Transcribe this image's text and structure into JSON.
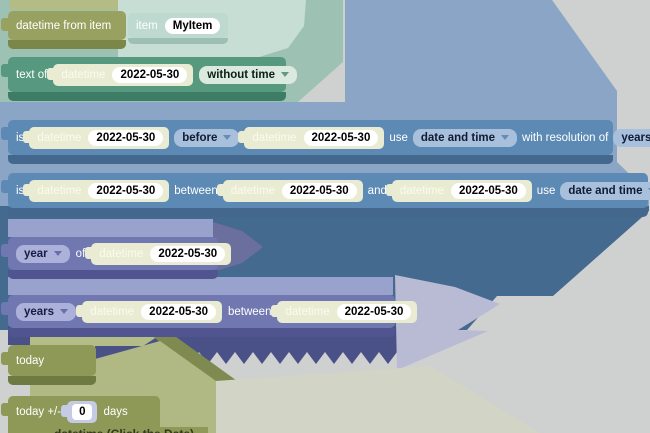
{
  "shadow_datetime": {
    "label": "datetime",
    "value": "2022-05-30"
  },
  "blocks": {
    "datetime_from_item": {
      "label": "datetime from item",
      "item_label": "item",
      "item_value": "MyItem"
    },
    "text_of": {
      "label": "text of",
      "dropdown_timepart": "without time"
    },
    "is_before": {
      "label_is": "is",
      "dropdown_op": "before",
      "label_use": "use",
      "dropdown_use": "date and time",
      "label_resolution": "with resolution of",
      "dropdown_resolution": "years"
    },
    "is_between": {
      "label_is": "is",
      "label_between": "between",
      "label_and": "and",
      "label_use": "use",
      "dropdown_use": "date and time"
    },
    "year_of": {
      "dropdown_part": "year",
      "label_of": "of"
    },
    "years_between": {
      "dropdown_part": "years",
      "label_between": "between"
    },
    "today": {
      "label": "today"
    },
    "today_offset": {
      "label_prefix": "today +/-",
      "value": "0",
      "label_suffix": "days"
    },
    "partial_bottom": {
      "label": "datetime (Click the Date)"
    }
  },
  "colors": {
    "background": "#cfd0d0",
    "olive_block": "#99a161",
    "teal_block": "#57997f",
    "blue_block": "#5d8ab4",
    "purple_block": "#7077b1",
    "olive2_block": "#8e9857",
    "shadow_block": "#e9ecd3",
    "blue_glow": "#8aa5c5",
    "teal_glow": "#9dc2b4",
    "navy_glow": "#4a5187"
  }
}
